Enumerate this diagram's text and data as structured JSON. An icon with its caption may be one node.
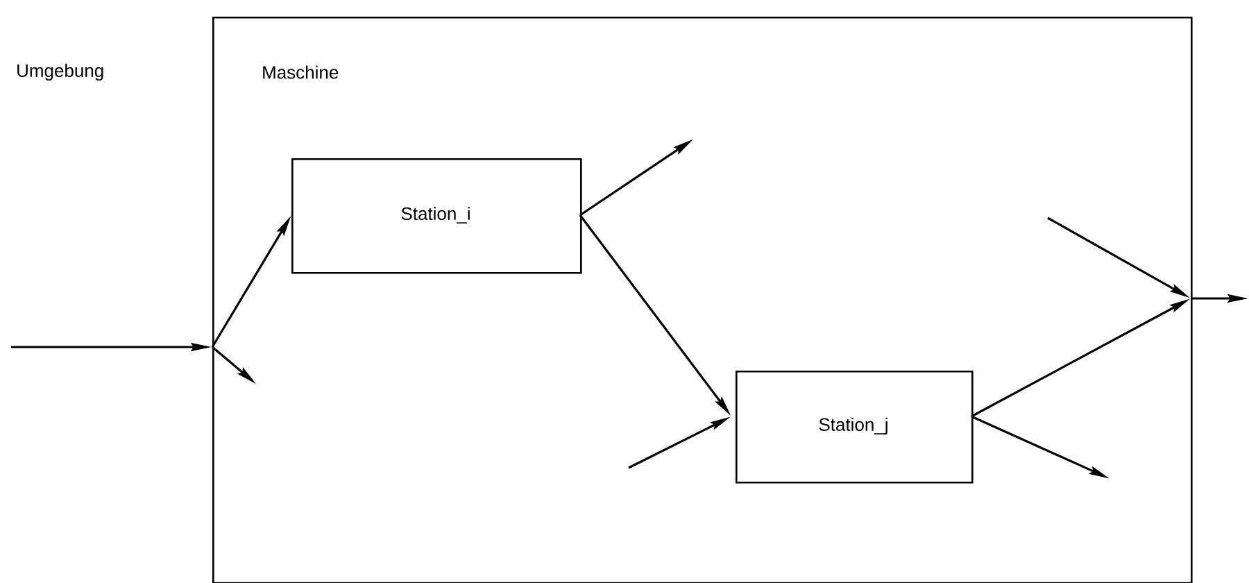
{
  "diagram": {
    "nodes": [
      {
        "text": [
          "Maschine"
        ]
      },
      {
        "text": [
          "Station_i"
        ],
        "in": 0
      },
      {
        "text": [
          "Station_j"
        ],
        "in": 0
      }
    ],
    "edges": [
      {
        "from": null,
        "to": 0,
        "arrow": "to"
      },
      {
        "from": 0,
        "to": 1,
        "arrow": "to"
      },
      {
        "from": 0,
        "to": null,
        "arrow": "to"
      },
      {
        "from": 1,
        "to": null,
        "arrow": "to"
      },
      {
        "from": 1,
        "to": 2,
        "arrow": "to"
      },
      {
        "from": null,
        "to": 2,
        "arrow": "to"
      },
      {
        "from": 2,
        "to": null,
        "arrow": "to"
      },
      {
        "from": 2,
        "to": 0,
        "arrow": "to"
      },
      {
        "from": null,
        "to": 0,
        "arrow": "to"
      },
      {
        "from": 0,
        "to": null,
        "arrow": "to"
      }
    ],
    "labels": [
      "Umgebung"
    ]
  }
}
